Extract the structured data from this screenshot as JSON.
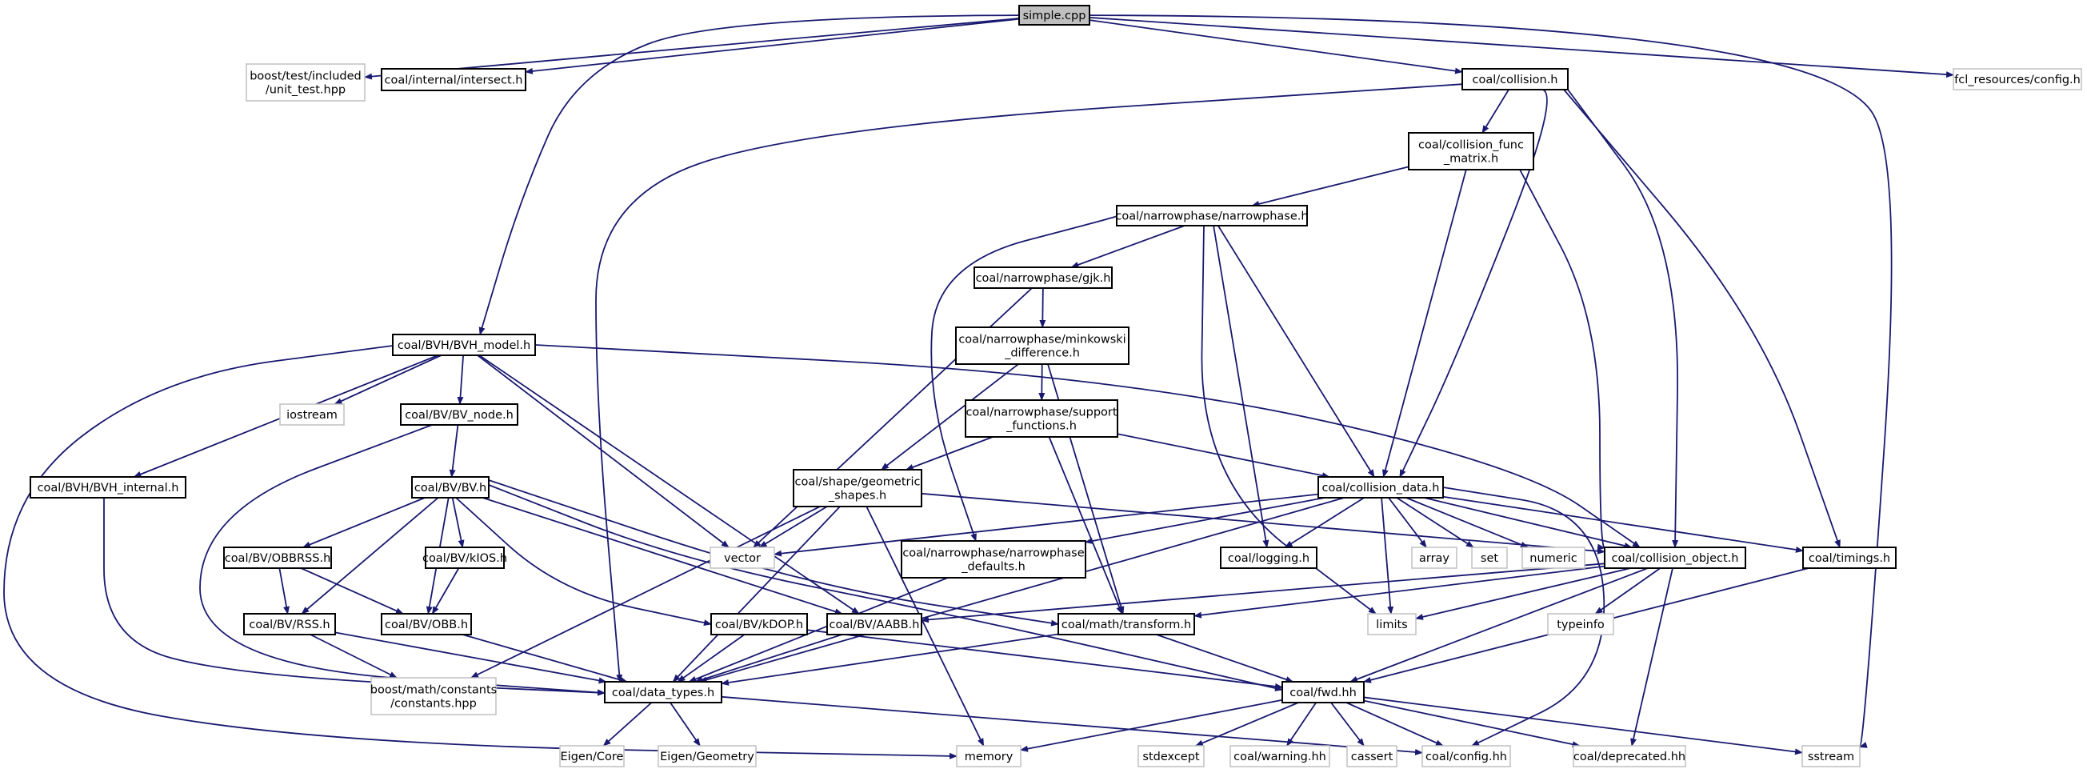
{
  "nodes": [
    {
      "id": "simple",
      "lines": [
        "simple.cpp"
      ],
      "kind": "root"
    },
    {
      "id": "unit_test",
      "lines": [
        "boost/test/included",
        "/unit_test.hpp"
      ],
      "kind": "ext"
    },
    {
      "id": "intersect",
      "lines": [
        "coal/internal/intersect.h"
      ],
      "kind": "local"
    },
    {
      "id": "collision",
      "lines": [
        "coal/collision.h"
      ],
      "kind": "local"
    },
    {
      "id": "fcl_config",
      "lines": [
        "fcl_resources/config.h"
      ],
      "kind": "ext"
    },
    {
      "id": "cfm",
      "lines": [
        "coal/collision_func",
        "_matrix.h"
      ],
      "kind": "local"
    },
    {
      "id": "narrowphase",
      "lines": [
        "coal/narrowphase/narrowphase.h"
      ],
      "kind": "local"
    },
    {
      "id": "gjk",
      "lines": [
        "coal/narrowphase/gjk.h"
      ],
      "kind": "local"
    },
    {
      "id": "minkowski",
      "lines": [
        "coal/narrowphase/minkowski",
        "_difference.h"
      ],
      "kind": "local"
    },
    {
      "id": "support",
      "lines": [
        "coal/narrowphase/support",
        "_functions.h"
      ],
      "kind": "local"
    },
    {
      "id": "bvh_model",
      "lines": [
        "coal/BVH/BVH_model.h"
      ],
      "kind": "local"
    },
    {
      "id": "iostream",
      "lines": [
        "iostream"
      ],
      "kind": "ext"
    },
    {
      "id": "bv_node",
      "lines": [
        "coal/BV/BV_node.h"
      ],
      "kind": "local"
    },
    {
      "id": "bvh_internal",
      "lines": [
        "coal/BVH/BVH_internal.h"
      ],
      "kind": "local"
    },
    {
      "id": "bv_h",
      "lines": [
        "coal/BV/BV.h"
      ],
      "kind": "local"
    },
    {
      "id": "geometric",
      "lines": [
        "coal/shape/geometric",
        "_shapes.h"
      ],
      "kind": "local"
    },
    {
      "id": "collision_data",
      "lines": [
        "coal/collision_data.h"
      ],
      "kind": "local"
    },
    {
      "id": "vector",
      "lines": [
        "vector"
      ],
      "kind": "ext"
    },
    {
      "id": "np_defaults",
      "lines": [
        "coal/narrowphase/narrowphase",
        "_defaults.h"
      ],
      "kind": "local"
    },
    {
      "id": "logging",
      "lines": [
        "coal/logging.h"
      ],
      "kind": "local"
    },
    {
      "id": "array",
      "lines": [
        "array"
      ],
      "kind": "ext"
    },
    {
      "id": "set",
      "lines": [
        "set"
      ],
      "kind": "ext"
    },
    {
      "id": "numeric",
      "lines": [
        "numeric"
      ],
      "kind": "ext"
    },
    {
      "id": "collision_object",
      "lines": [
        "coal/collision_object.h"
      ],
      "kind": "local"
    },
    {
      "id": "timings",
      "lines": [
        "coal/timings.h"
      ],
      "kind": "local"
    },
    {
      "id": "obbrss",
      "lines": [
        "coal/BV/OBBRSS.h"
      ],
      "kind": "local"
    },
    {
      "id": "kios",
      "lines": [
        "coal/BV/kIOS.h"
      ],
      "kind": "local"
    },
    {
      "id": "rss",
      "lines": [
        "coal/BV/RSS.h"
      ],
      "kind": "local"
    },
    {
      "id": "obb",
      "lines": [
        "coal/BV/OBB.h"
      ],
      "kind": "local"
    },
    {
      "id": "kdop",
      "lines": [
        "coal/BV/kDOP.h"
      ],
      "kind": "local"
    },
    {
      "id": "aabb",
      "lines": [
        "coal/BV/AABB.h"
      ],
      "kind": "local"
    },
    {
      "id": "transform",
      "lines": [
        "coal/math/transform.h"
      ],
      "kind": "local"
    },
    {
      "id": "limits",
      "lines": [
        "limits"
      ],
      "kind": "ext"
    },
    {
      "id": "typeinfo",
      "lines": [
        "typeinfo"
      ],
      "kind": "ext"
    },
    {
      "id": "boost_constants",
      "lines": [
        "boost/math/constants",
        "/constants.hpp"
      ],
      "kind": "ext"
    },
    {
      "id": "data_types",
      "lines": [
        "coal/data_types.h"
      ],
      "kind": "local"
    },
    {
      "id": "fwd",
      "lines": [
        "coal/fwd.hh"
      ],
      "kind": "local"
    },
    {
      "id": "eigen_core",
      "lines": [
        "Eigen/Core"
      ],
      "kind": "ext"
    },
    {
      "id": "eigen_geometry",
      "lines": [
        "Eigen/Geometry"
      ],
      "kind": "ext"
    },
    {
      "id": "memory",
      "lines": [
        "memory"
      ],
      "kind": "ext"
    },
    {
      "id": "stdexcept",
      "lines": [
        "stdexcept"
      ],
      "kind": "ext"
    },
    {
      "id": "warning",
      "lines": [
        "coal/warning.hh"
      ],
      "kind": "ext"
    },
    {
      "id": "cassert",
      "lines": [
        "cassert"
      ],
      "kind": "ext"
    },
    {
      "id": "config",
      "lines": [
        "coal/config.hh"
      ],
      "kind": "ext"
    },
    {
      "id": "deprecated",
      "lines": [
        "coal/deprecated.hh"
      ],
      "kind": "ext"
    },
    {
      "id": "sstream",
      "lines": [
        "sstream"
      ],
      "kind": "ext"
    }
  ],
  "edges": [
    [
      "simple",
      "unit_test"
    ],
    [
      "simple",
      "intersect"
    ],
    [
      "simple",
      "collision"
    ],
    [
      "simple",
      "fcl_config"
    ],
    [
      "simple",
      "bvh_model"
    ],
    [
      "simple",
      "sstream"
    ],
    [
      "collision",
      "data_types"
    ],
    [
      "collision",
      "cfm"
    ],
    [
      "collision",
      "collision_data"
    ],
    [
      "collision",
      "collision_object"
    ],
    [
      "collision",
      "timings"
    ],
    [
      "cfm",
      "narrowphase"
    ],
    [
      "cfm",
      "collision_data"
    ],
    [
      "cfm",
      "collision_object"
    ],
    [
      "narrowphase",
      "gjk"
    ],
    [
      "narrowphase",
      "np_defaults"
    ],
    [
      "narrowphase",
      "limits"
    ],
    [
      "narrowphase",
      "logging"
    ],
    [
      "narrowphase",
      "collision_data"
    ],
    [
      "gjk",
      "minkowski"
    ],
    [
      "gjk",
      "vector"
    ],
    [
      "minkowski",
      "support"
    ],
    [
      "minkowski",
      "geometric"
    ],
    [
      "minkowski",
      "transform"
    ],
    [
      "support",
      "geometric"
    ],
    [
      "support",
      "collision_data"
    ],
    [
      "support",
      "transform"
    ],
    [
      "bvh_model",
      "iostream"
    ],
    [
      "bvh_model",
      "bv_node"
    ],
    [
      "bvh_model",
      "bvh_internal"
    ],
    [
      "bvh_model",
      "vector"
    ],
    [
      "bvh_model",
      "memory"
    ],
    [
      "bvh_model",
      "aabb"
    ],
    [
      "bvh_model",
      "collision_object"
    ],
    [
      "bv_node",
      "bv_h"
    ],
    [
      "bv_node",
      "data_types"
    ],
    [
      "bvh_internal",
      "data_types"
    ],
    [
      "bv_h",
      "obbrss"
    ],
    [
      "bv_h",
      "kios"
    ],
    [
      "bv_h",
      "rss"
    ],
    [
      "bv_h",
      "obb"
    ],
    [
      "bv_h",
      "kdop"
    ],
    [
      "bv_h",
      "aabb"
    ],
    [
      "bv_h",
      "transform"
    ],
    [
      "bv_h",
      "fwd"
    ],
    [
      "obbrss",
      "rss"
    ],
    [
      "obbrss",
      "obb"
    ],
    [
      "kios",
      "obb"
    ],
    [
      "rss",
      "data_types"
    ],
    [
      "rss",
      "boost_constants"
    ],
    [
      "obb",
      "data_types"
    ],
    [
      "kdop",
      "data_types"
    ],
    [
      "kdop",
      "fwd"
    ],
    [
      "aabb",
      "data_types"
    ],
    [
      "geometric",
      "vector"
    ],
    [
      "geometric",
      "collision_object"
    ],
    [
      "geometric",
      "data_types"
    ],
    [
      "geometric",
      "boost_constants"
    ],
    [
      "geometric",
      "memory"
    ],
    [
      "collision_data",
      "vector"
    ],
    [
      "collision_data",
      "np_defaults"
    ],
    [
      "collision_data",
      "logging"
    ],
    [
      "collision_data",
      "array"
    ],
    [
      "collision_data",
      "set"
    ],
    [
      "collision_data",
      "numeric"
    ],
    [
      "collision_data",
      "collision_object"
    ],
    [
      "collision_data",
      "timings"
    ],
    [
      "collision_data",
      "limits"
    ],
    [
      "collision_data",
      "data_types"
    ],
    [
      "collision_data",
      "config"
    ],
    [
      "np_defaults",
      "data_types"
    ],
    [
      "collision_object",
      "aabb"
    ],
    [
      "collision_object",
      "transform"
    ],
    [
      "collision_object",
      "limits"
    ],
    [
      "collision_object",
      "typeinfo"
    ],
    [
      "collision_object",
      "fwd"
    ],
    [
      "collision_object",
      "deprecated"
    ],
    [
      "timings",
      "fwd"
    ],
    [
      "transform",
      "data_types"
    ],
    [
      "transform",
      "fwd"
    ],
    [
      "data_types",
      "eigen_core"
    ],
    [
      "data_types",
      "eigen_geometry"
    ],
    [
      "data_types",
      "config"
    ],
    [
      "fwd",
      "memory"
    ],
    [
      "fwd",
      "stdexcept"
    ],
    [
      "fwd",
      "warning"
    ],
    [
      "fwd",
      "cassert"
    ],
    [
      "fwd",
      "config"
    ],
    [
      "fwd",
      "deprecated"
    ],
    [
      "fwd",
      "sstream"
    ]
  ]
}
